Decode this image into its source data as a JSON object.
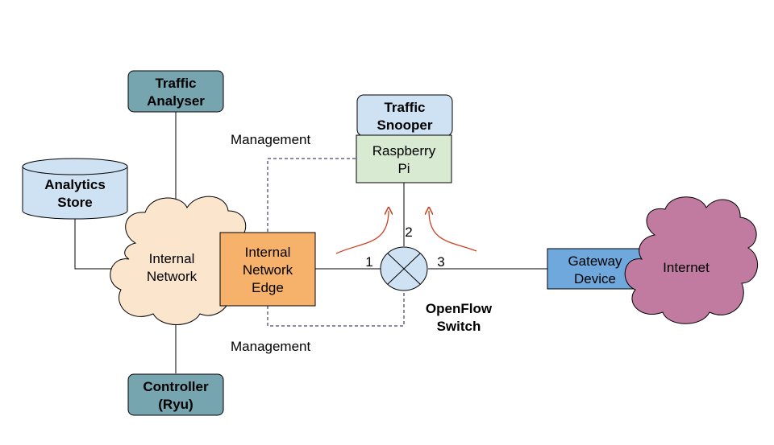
{
  "colors": {
    "teal_box": "#76a5af",
    "light_blue": "#cfe2f3",
    "light_green": "#d9ead3",
    "orange": "#f6b26b",
    "gateway_blue": "#6fa8dc",
    "internet_purple": "#c27ba0",
    "cloud_peach": "#fce5cd",
    "red_arrow": "#cc4125",
    "dashed_line": "#20124d"
  },
  "nodes": {
    "traffic_analyser": {
      "line1": "Traffic",
      "line2": "Analyser"
    },
    "traffic_snooper": {
      "line1": "Traffic",
      "line2": "Snooper"
    },
    "raspberry_pi": {
      "line1": "Raspberry",
      "line2": "Pi"
    },
    "analytics_store": {
      "line1": "Analytics",
      "line2": "Store"
    },
    "internal_network": {
      "line1": "Internal",
      "line2": "Network"
    },
    "internal_network_edge": {
      "line1": "Internal",
      "line2": "Network",
      "line3": "Edge"
    },
    "gateway_device": {
      "line1": "Gateway",
      "line2": "Device"
    },
    "internet": {
      "label": "Internet"
    },
    "controller": {
      "line1": "Controller",
      "line2": "(Ryu)"
    },
    "openflow_switch": {
      "line1": "OpenFlow",
      "line2": "Switch"
    }
  },
  "labels": {
    "management_top": "Management",
    "management_bottom": "Management",
    "port_1": "1",
    "port_2": "2",
    "port_3": "3"
  },
  "icons": {
    "switch": "switch-x-circle-icon",
    "store": "cylinder-database-icon",
    "cloud": "cloud-icon"
  }
}
